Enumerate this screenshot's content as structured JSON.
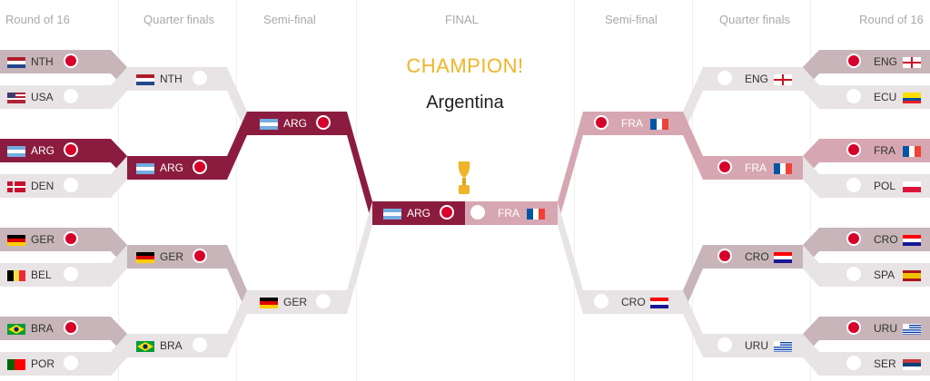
{
  "rounds": {
    "left": [
      "Round of 16",
      "Quarter finals",
      "Semi-final"
    ],
    "center": "FINAL",
    "right": [
      "Semi-final",
      "Quarter finals",
      "Round of 16"
    ]
  },
  "champion": {
    "title": "CHAMPION!",
    "team": "Argentina"
  },
  "colors": {
    "argentina_path": "#8b1c3f",
    "france_path": "#d6a7b2",
    "loser_path": "#e8e3e4",
    "mid_path": "#c7b5b9",
    "winner_dot": "#d7002a",
    "champion_gold": "#f0b429"
  },
  "left": {
    "r16": [
      {
        "code": "NTH",
        "flag": "nl",
        "winner": true
      },
      {
        "code": "USA",
        "flag": "us",
        "winner": false
      },
      {
        "code": "ARG",
        "flag": "ar",
        "winner": true
      },
      {
        "code": "DEN",
        "flag": "dk",
        "winner": false
      },
      {
        "code": "GER",
        "flag": "de",
        "winner": true
      },
      {
        "code": "BEL",
        "flag": "be",
        "winner": false
      },
      {
        "code": "BRA",
        "flag": "br",
        "winner": true
      },
      {
        "code": "POR",
        "flag": "pt",
        "winner": false
      }
    ],
    "qf": [
      {
        "code": "NTH",
        "flag": "nl",
        "winner": false
      },
      {
        "code": "ARG",
        "flag": "ar",
        "winner": true
      },
      {
        "code": "GER",
        "flag": "de",
        "winner": true
      },
      {
        "code": "BRA",
        "flag": "br",
        "winner": false
      }
    ],
    "sf": [
      {
        "code": "ARG",
        "flag": "ar",
        "winner": true
      },
      {
        "code": "GER",
        "flag": "de",
        "winner": false
      }
    ]
  },
  "right": {
    "r16": [
      {
        "code": "ENG",
        "flag": "en",
        "winner": true
      },
      {
        "code": "ECU",
        "flag": "ec",
        "winner": false
      },
      {
        "code": "FRA",
        "flag": "fr",
        "winner": true
      },
      {
        "code": "POL",
        "flag": "pl",
        "winner": false
      },
      {
        "code": "CRO",
        "flag": "hr",
        "winner": true
      },
      {
        "code": "SPA",
        "flag": "es",
        "winner": false
      },
      {
        "code": "URU",
        "flag": "uy",
        "winner": true
      },
      {
        "code": "SER",
        "flag": "rs",
        "winner": false
      }
    ],
    "qf": [
      {
        "code": "ENG",
        "flag": "en",
        "winner": false
      },
      {
        "code": "FRA",
        "flag": "fr",
        "winner": true
      },
      {
        "code": "CRO",
        "flag": "hr",
        "winner": true
      },
      {
        "code": "URU",
        "flag": "uy",
        "winner": false
      }
    ],
    "sf": [
      {
        "code": "FRA",
        "flag": "fr",
        "winner": true
      },
      {
        "code": "CRO",
        "flag": "hr",
        "winner": false
      }
    ]
  },
  "final": [
    {
      "code": "ARG",
      "flag": "ar",
      "winner": true
    },
    {
      "code": "FRA",
      "flag": "fr",
      "winner": false
    }
  ],
  "icons": {
    "trophy": "trophy-icon",
    "winner": "winner-dot-icon"
  }
}
